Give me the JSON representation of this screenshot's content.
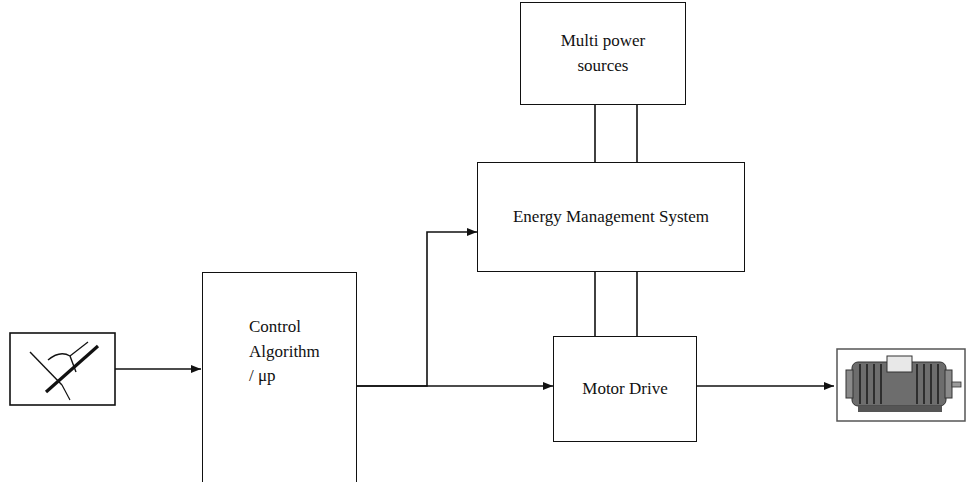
{
  "diagram": {
    "nodes": [
      {
        "text": [
          "Multi power sources"
        ]
      },
      {
        "text": [
          "Energy Management System"
        ]
      },
      {
        "text": [
          "Control Algorithm / μp"
        ]
      },
      {
        "text": [
          "Motor Drive"
        ]
      }
    ],
    "edges": [
      {
        "from": 2,
        "to": 1,
        "arrow": "to"
      },
      {
        "from": 2,
        "to": 3,
        "arrow": "to"
      },
      {
        "from": 0,
        "to": 1,
        "arrow": "none"
      },
      {
        "from": 0,
        "to": 1,
        "arrow": "none"
      },
      {
        "from": 1,
        "to": 3,
        "arrow": "none"
      },
      {
        "from": 1,
        "to": 3,
        "arrow": "none"
      }
    ]
  }
}
